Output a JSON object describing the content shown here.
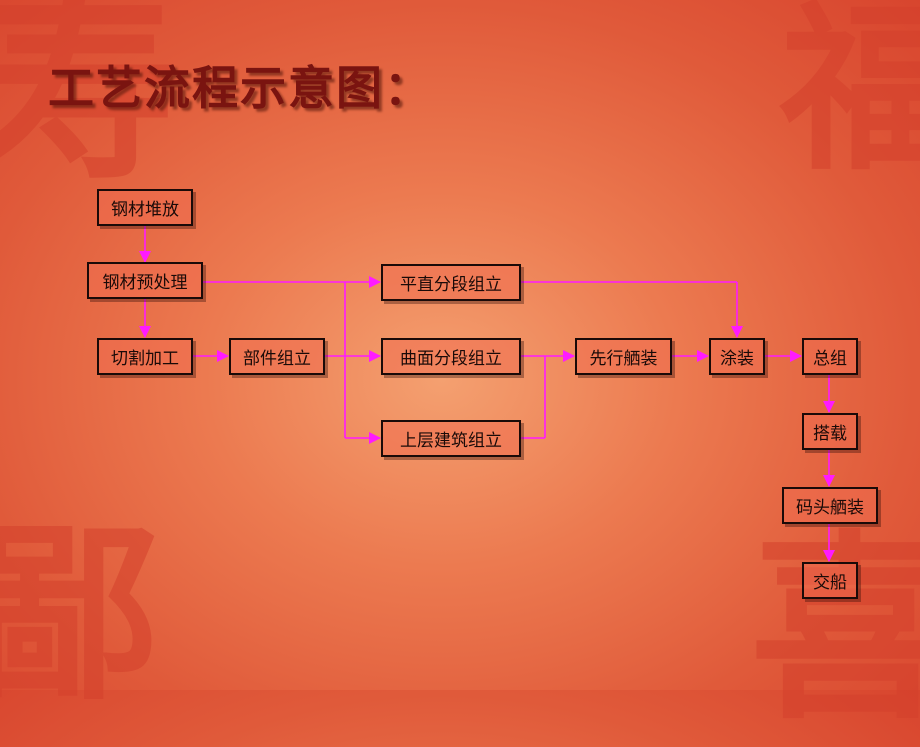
{
  "title": "工艺流程示意图：",
  "colors": {
    "arrow": "#ff1aff",
    "title": "#7a1410",
    "node_border": "#1a0a08"
  },
  "nodes": {
    "steel_stack": "钢材堆放",
    "steel_pretreat": "钢材预处理",
    "cutting": "切割加工",
    "parts_assembly": "部件组立",
    "flat_block": "平直分段组立",
    "curved_block": "曲面分段组立",
    "superstructure": "上层建筑组立",
    "pre_outfitting": "先行舾装",
    "painting": "涂装",
    "final_assembly": "总组",
    "erection": "搭载",
    "quay_outfitting": "码头舾装",
    "delivery": "交船"
  }
}
